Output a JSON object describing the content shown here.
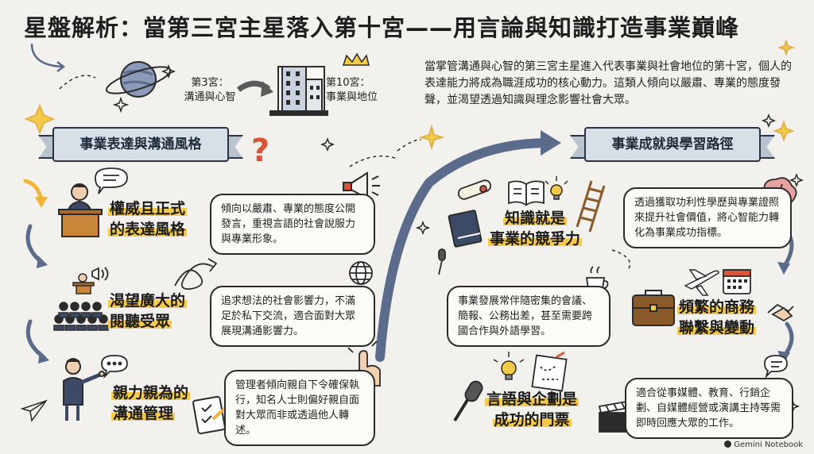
{
  "title": "星盤解析：當第三宮主星落入第十宮——用言論與知識打造事業巔峰",
  "intro": "當掌管溝通與心智的第三宮主星進入代表事業與社會地位的第十宮，個人的表達能力將成為職涯成功的核心動力。這類人傾向以嚴肅、專業的態度發聲，並渴望透過知識與理念影響社會大眾。",
  "flow": {
    "from_line1": "第3宮：",
    "from_line2": "溝通與心智",
    "to_line1": "第10宮：",
    "to_line2": "事業與地位"
  },
  "left_section": {
    "banner": "事業表達與溝通風格",
    "items": [
      {
        "heading_1": "權威且正式",
        "heading_2": "的表達風格",
        "text": "傾向以嚴肅、專業的態度公開發言，重視言語的社會說服力與專業形象。"
      },
      {
        "heading_1": "渴望廣大的",
        "heading_2": "閱聽受眾",
        "text": "追求想法的社會影響力，不滿足於私下交流，適合面對大眾展現溝通影響力。"
      },
      {
        "heading_1": "親力親為的",
        "heading_2": "溝通管理",
        "text": "管理者傾向親自下令確保執行，知名人士則偏好親自面對大眾而非或透過他人轉述。"
      }
    ]
  },
  "right_section": {
    "banner": "事業成就與學習路徑",
    "items": [
      {
        "heading_1": "知識就是",
        "heading_2": "事業的競爭力",
        "text": "透過獲取功利性學歷與專業證照來提升社會價值，將心智能力轉化為事業成功指標。"
      },
      {
        "heading_1": "頻繁的商務",
        "heading_2": "聯繫與變動",
        "text": "事業發展常伴隨密集的會議、簡報、公務出差，甚至需要跨國合作與外語學習。"
      },
      {
        "heading_1": "言語與企劃是",
        "heading_2": "成功的門票",
        "text": "適合從事媒體、教育、行銷企劃、自媒體經營或演講主持等需即時回應大眾的工作。"
      }
    ]
  },
  "footer": "Gemini Notebook",
  "colors": {
    "highlight": "#f5c94a",
    "banner_fill": "#d9dfe7",
    "navy": "#2a3444",
    "arrow": "#5a6b8c"
  }
}
